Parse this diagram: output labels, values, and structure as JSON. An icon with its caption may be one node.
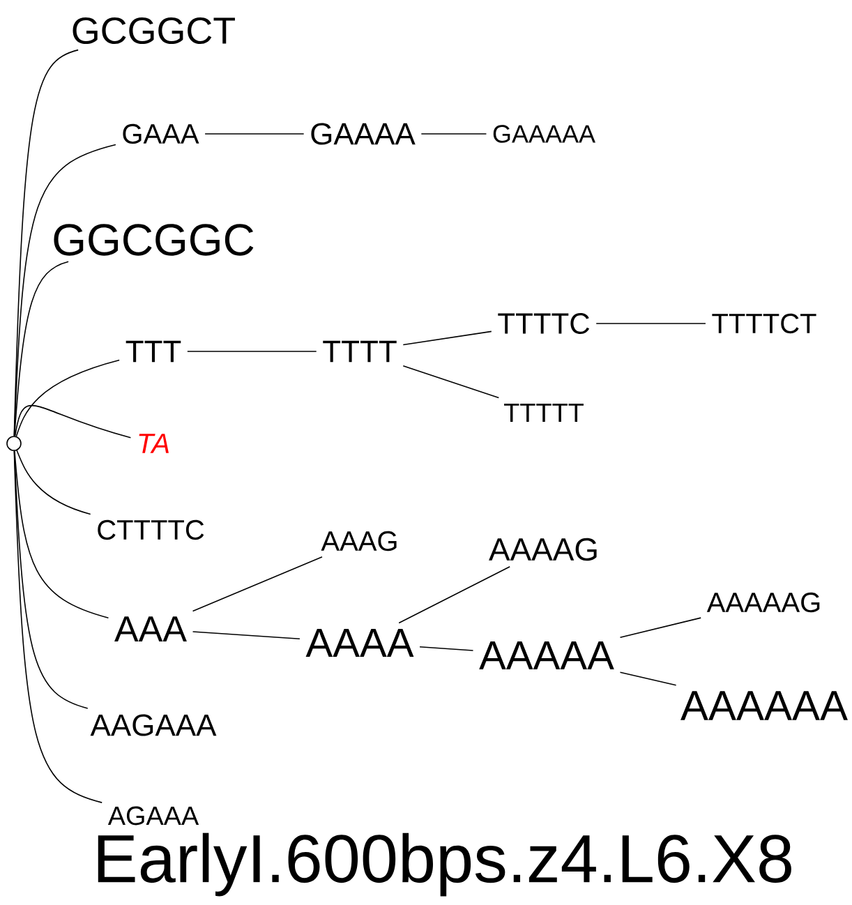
{
  "diagram": {
    "caption": "EarlyI.600bps.z4.L6.X8",
    "nodes": [
      {
        "text": [],
        "shape": "circle"
      },
      {
        "text": [
          "GCGGCT"
        ]
      },
      {
        "text": [
          "GAAA"
        ]
      },
      {
        "text": [
          "GAAAA"
        ]
      },
      {
        "text": [
          "GAAAAA"
        ]
      },
      {
        "text": [
          "GGCGGC"
        ]
      },
      {
        "text": [
          "TTT"
        ]
      },
      {
        "text": [
          "TTTT"
        ]
      },
      {
        "text": [
          "TTTTC"
        ]
      },
      {
        "text": [
          "TTTTCT"
        ]
      },
      {
        "text": [
          "TTTTT"
        ]
      },
      {
        "text": [
          "TA"
        ]
      },
      {
        "text": [
          "CTTTTC"
        ]
      },
      {
        "text": [
          "AAA"
        ]
      },
      {
        "text": [
          "AAAG"
        ]
      },
      {
        "text": [
          "AAAAG"
        ]
      },
      {
        "text": [
          "AAAA"
        ]
      },
      {
        "text": [
          "AAAAA"
        ]
      },
      {
        "text": [
          "AAAAAG"
        ]
      },
      {
        "text": [
          "AAAAAA"
        ]
      },
      {
        "text": [
          "AAGAAA"
        ]
      },
      {
        "text": [
          "AGAAA"
        ]
      }
    ],
    "edges": [
      {
        "from": 0,
        "to": 1,
        "arrow": "none"
      },
      {
        "from": 0,
        "to": 2,
        "arrow": "none"
      },
      {
        "from": 0,
        "to": 5,
        "arrow": "none"
      },
      {
        "from": 0,
        "to": 6,
        "arrow": "none"
      },
      {
        "from": 0,
        "to": 11,
        "arrow": "none"
      },
      {
        "from": 0,
        "to": 12,
        "arrow": "none"
      },
      {
        "from": 0,
        "to": 13,
        "arrow": "none"
      },
      {
        "from": 0,
        "to": 20,
        "arrow": "none"
      },
      {
        "from": 0,
        "to": 21,
        "arrow": "none"
      },
      {
        "from": 2,
        "to": 3,
        "arrow": "none"
      },
      {
        "from": 3,
        "to": 4,
        "arrow": "none"
      },
      {
        "from": 6,
        "to": 7,
        "arrow": "none"
      },
      {
        "from": 7,
        "to": 8,
        "arrow": "none"
      },
      {
        "from": 7,
        "to": 10,
        "arrow": "none"
      },
      {
        "from": 8,
        "to": 9,
        "arrow": "none"
      },
      {
        "from": 13,
        "to": 14,
        "arrow": "none"
      },
      {
        "from": 13,
        "to": 16,
        "arrow": "none"
      },
      {
        "from": 16,
        "to": 15,
        "arrow": "none"
      },
      {
        "from": 16,
        "to": 17,
        "arrow": "none"
      },
      {
        "from": 17,
        "to": 18,
        "arrow": "none"
      },
      {
        "from": 17,
        "to": 19,
        "arrow": "none"
      }
    ]
  }
}
